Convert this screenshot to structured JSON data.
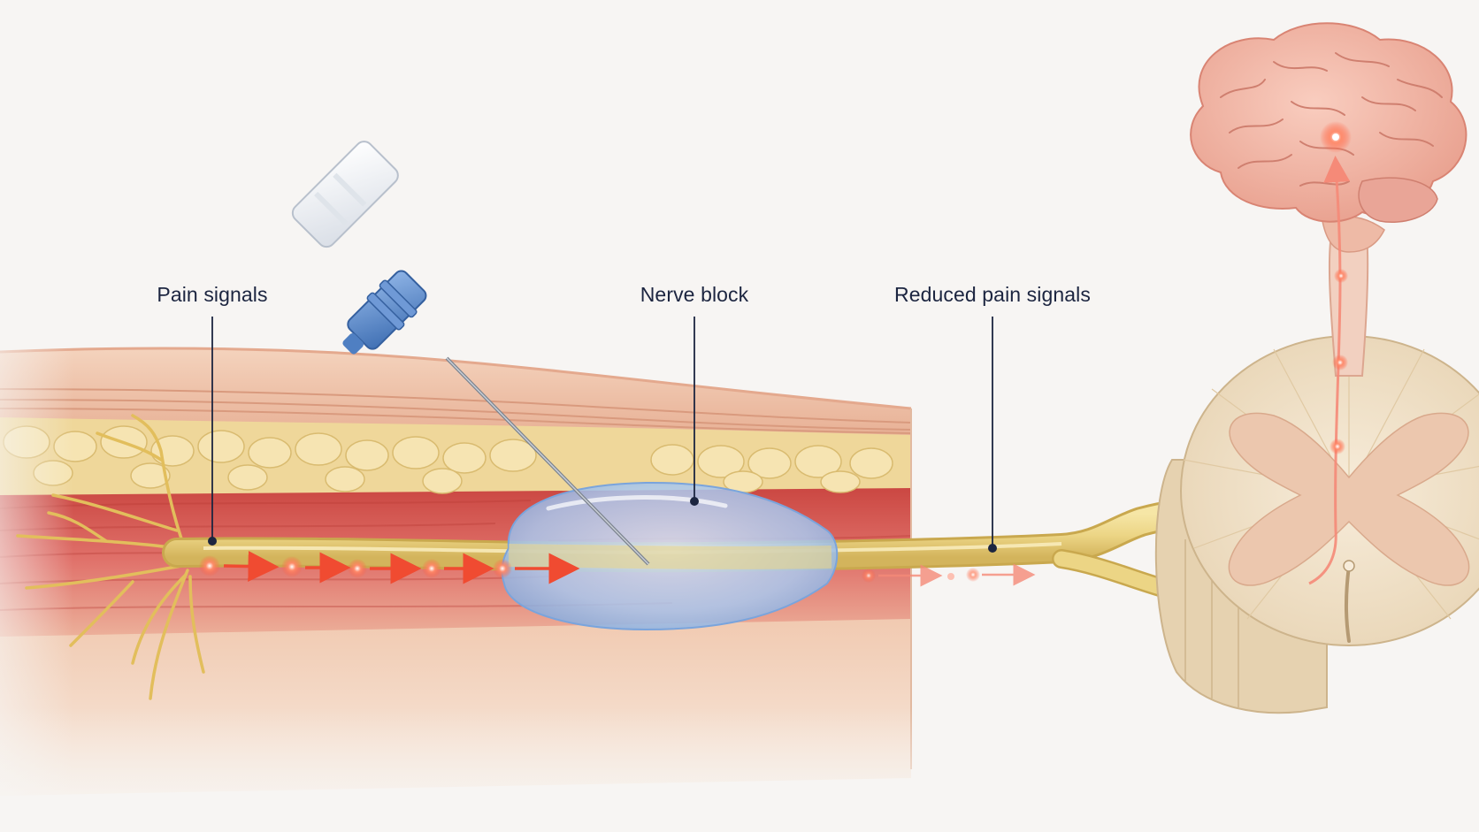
{
  "labels": {
    "pain_signals": "Pain signals",
    "nerve_block": "Nerve block",
    "reduced_pain_signals": "Reduced pain signals"
  },
  "colors": {
    "background": "#f7f5f3",
    "label_text": "#1c2540",
    "leader_line": "#1c2540",
    "nerve": "#ecd585",
    "signal": "#ff5a3c",
    "anesthetic": "#a9c8ef",
    "needle_hub": "#5f8fd0",
    "skin": "#efc8ad",
    "fat": "#efd79a",
    "muscle": "#d9564c",
    "spinal_cord": "#f3e4cc",
    "brain": "#f3b3a3"
  },
  "icons": {
    "needle": "syringe-needle-icon",
    "brain": "brain-icon",
    "spinal_cord": "spinal-cord-section-icon"
  }
}
